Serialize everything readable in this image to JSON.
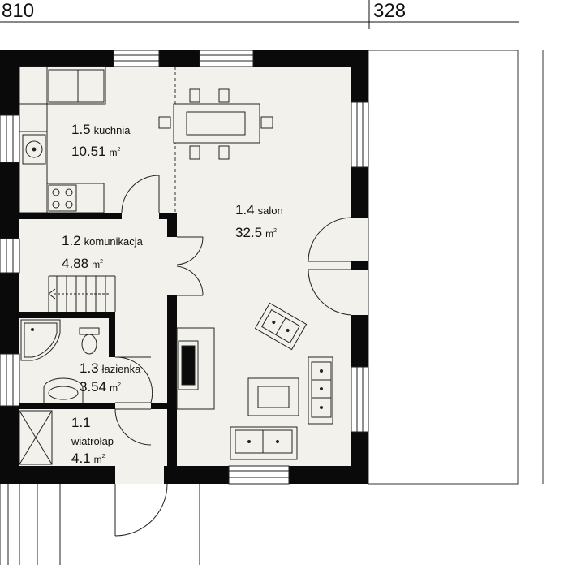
{
  "dimensions": {
    "left": "810",
    "right": "328"
  },
  "rooms": [
    {
      "id": "kuchnia",
      "number": "1.5",
      "name": "kuchnia",
      "area": "10.51",
      "unit": "m",
      "unit_sup": "2"
    },
    {
      "id": "salon",
      "number": "1.4",
      "name": "salon",
      "area": "32.5",
      "unit": "m",
      "unit_sup": "2"
    },
    {
      "id": "komunikacja",
      "number": "1.2",
      "name": "komunikacja",
      "area": "4.88",
      "unit": "m",
      "unit_sup": "2"
    },
    {
      "id": "lazienka",
      "number": "1.3",
      "name": "łazienka",
      "area": "3.54",
      "unit": "m",
      "unit_sup": "2"
    },
    {
      "id": "wiatrolap",
      "number": "1.1",
      "name": "wiatrołap",
      "area": "4.1",
      "unit": "m",
      "unit_sup": "2"
    }
  ],
  "colors": {
    "wall": "#0a0a0a",
    "floor": "#f2f1ec",
    "line": "#222222",
    "background": "#ffffff"
  }
}
